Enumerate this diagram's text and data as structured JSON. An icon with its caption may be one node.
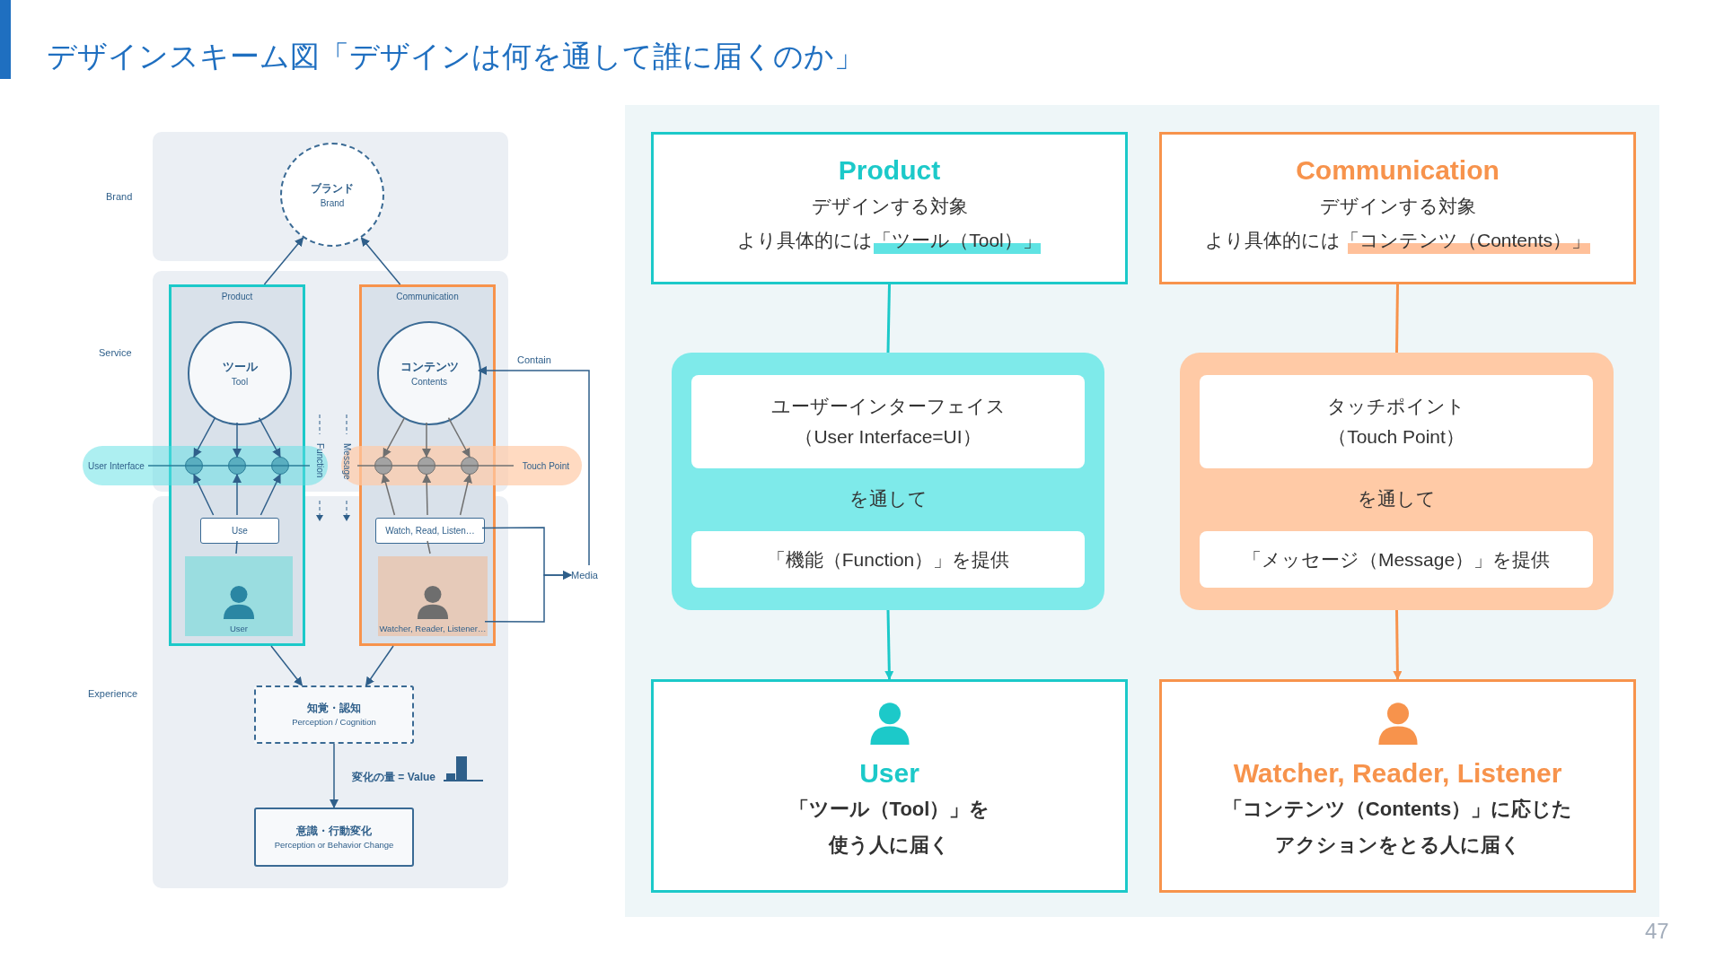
{
  "diagram": {
    "title": "デザインスキーム図「デザインは何を通して誰に届くのか」",
    "nodes": [
      {
        "text": [
          "ブランド",
          "Brand"
        ]
      },
      {
        "text": [
          "Product"
        ]
      },
      {
        "text": [
          "ツール",
          "Tool"
        ],
        "in": 1
      },
      {
        "text": [
          "Use"
        ],
        "in": 1
      },
      {
        "text": [
          "User"
        ],
        "in": 1
      },
      {
        "text": [
          "Communication"
        ]
      },
      {
        "text": [
          "コンテンツ",
          "Contents"
        ],
        "in": 5
      },
      {
        "text": [
          "Watch, Read, Listen…"
        ],
        "in": 5
      },
      {
        "text": [
          "Watcher, Reader, Listener…"
        ],
        "in": 5
      },
      {
        "text": [
          "User Interface"
        ]
      },
      {
        "text": [
          "Touch Point"
        ]
      },
      {
        "text": [],
        "shape": "circle"
      },
      {
        "text": [],
        "shape": "circle"
      },
      {
        "text": [],
        "shape": "circle"
      },
      {
        "text": [],
        "shape": "circle"
      },
      {
        "text": [],
        "shape": "circle"
      },
      {
        "text": [],
        "shape": "circle"
      },
      {
        "text": [
          "知覚・認知",
          "Perception / Cognition"
        ]
      },
      {
        "text": [
          "意識・行動変化",
          "Perception or Behavior Change"
        ]
      },
      {
        "text": [
          "Media"
        ]
      },
      {
        "text": [
          "Product",
          "デザインする対象",
          "より具体的には「ツール（Tool）」"
        ]
      },
      {
        "text": [
          "Communication",
          "デザインする対象",
          "より具体的には「コンテンツ（Contents）」"
        ]
      },
      {
        "text": [
          "を通して"
        ]
      },
      {
        "text": [
          "ユーザーインターフェイス（User Interface=UI）"
        ],
        "in": 22
      },
      {
        "text": [
          "「機能（Function）」を提供"
        ],
        "in": 22
      },
      {
        "text": [
          "を通して"
        ]
      },
      {
        "text": [
          "タッチポイント（Touch Point）"
        ],
        "in": 25
      },
      {
        "text": [
          "「メッセージ（Message）」を提供"
        ],
        "in": 25
      },
      {
        "text": [
          "User",
          "「ツール（Tool）」を使う人に届く"
        ]
      },
      {
        "text": [
          "Watcher, Reader, Listener",
          "「コンテンツ（Contents）」に応じたアクションをとる人に届く"
        ]
      }
    ],
    "edges": [
      {
        "from": 1,
        "to": 0,
        "arrow": "to"
      },
      {
        "from": 5,
        "to": 0,
        "arrow": "to"
      },
      {
        "from": 2,
        "to": 11,
        "arrow": "to"
      },
      {
        "from": 2,
        "to": 12,
        "arrow": "to"
      },
      {
        "from": 2,
        "to": 13,
        "arrow": "to"
      },
      {
        "from": 3,
        "to": 11,
        "arrow": "to"
      },
      {
        "from": 3,
        "to": 12,
        "arrow": "to"
      },
      {
        "from": 3,
        "to": 13,
        "arrow": "to"
      },
      {
        "from": 6,
        "to": 14,
        "arrow": "to",
        "color": "#707070"
      },
      {
        "from": 6,
        "to": 15,
        "arrow": "to",
        "color": "#707070"
      },
      {
        "from": 6,
        "to": 16,
        "arrow": "to",
        "color": "#707070"
      },
      {
        "from": 7,
        "to": 14,
        "arrow": "to",
        "color": "#707070"
      },
      {
        "from": 7,
        "to": 15,
        "arrow": "to",
        "color": "#707070"
      },
      {
        "from": 7,
        "to": 16,
        "arrow": "to",
        "color": "#707070"
      },
      {
        "from": 3,
        "to": 4,
        "arrow": "none"
      },
      {
        "from": 7,
        "to": 8,
        "arrow": "none",
        "color": "#707070"
      },
      {
        "from": 1,
        "to": 17,
        "arrow": "to"
      },
      {
        "from": 5,
        "to": 17,
        "arrow": "to"
      },
      {
        "from": 17,
        "to": 18,
        "arrow": "to"
      },
      {
        "from": 7,
        "to": 19,
        "arrow": "to"
      },
      {
        "from": 8,
        "to": 19,
        "arrow": "to"
      },
      {
        "from": 19,
        "to": 6,
        "arrow": "to",
        "label": "Contain"
      },
      {
        "from": 20,
        "to": 22,
        "arrow": "none",
        "color": "#1cc9c9"
      },
      {
        "from": 22,
        "to": 28,
        "arrow": "to",
        "color": "#1cc9c9"
      },
      {
        "from": 21,
        "to": 25,
        "arrow": "none",
        "color": "#f7934c"
      },
      {
        "from": 25,
        "to": 29,
        "arrow": "to",
        "color": "#f7934c"
      }
    ],
    "labels": [
      "Brand",
      "Service",
      "Experience",
      "Function",
      "Message",
      "変化の量 = Value",
      "47"
    ]
  }
}
